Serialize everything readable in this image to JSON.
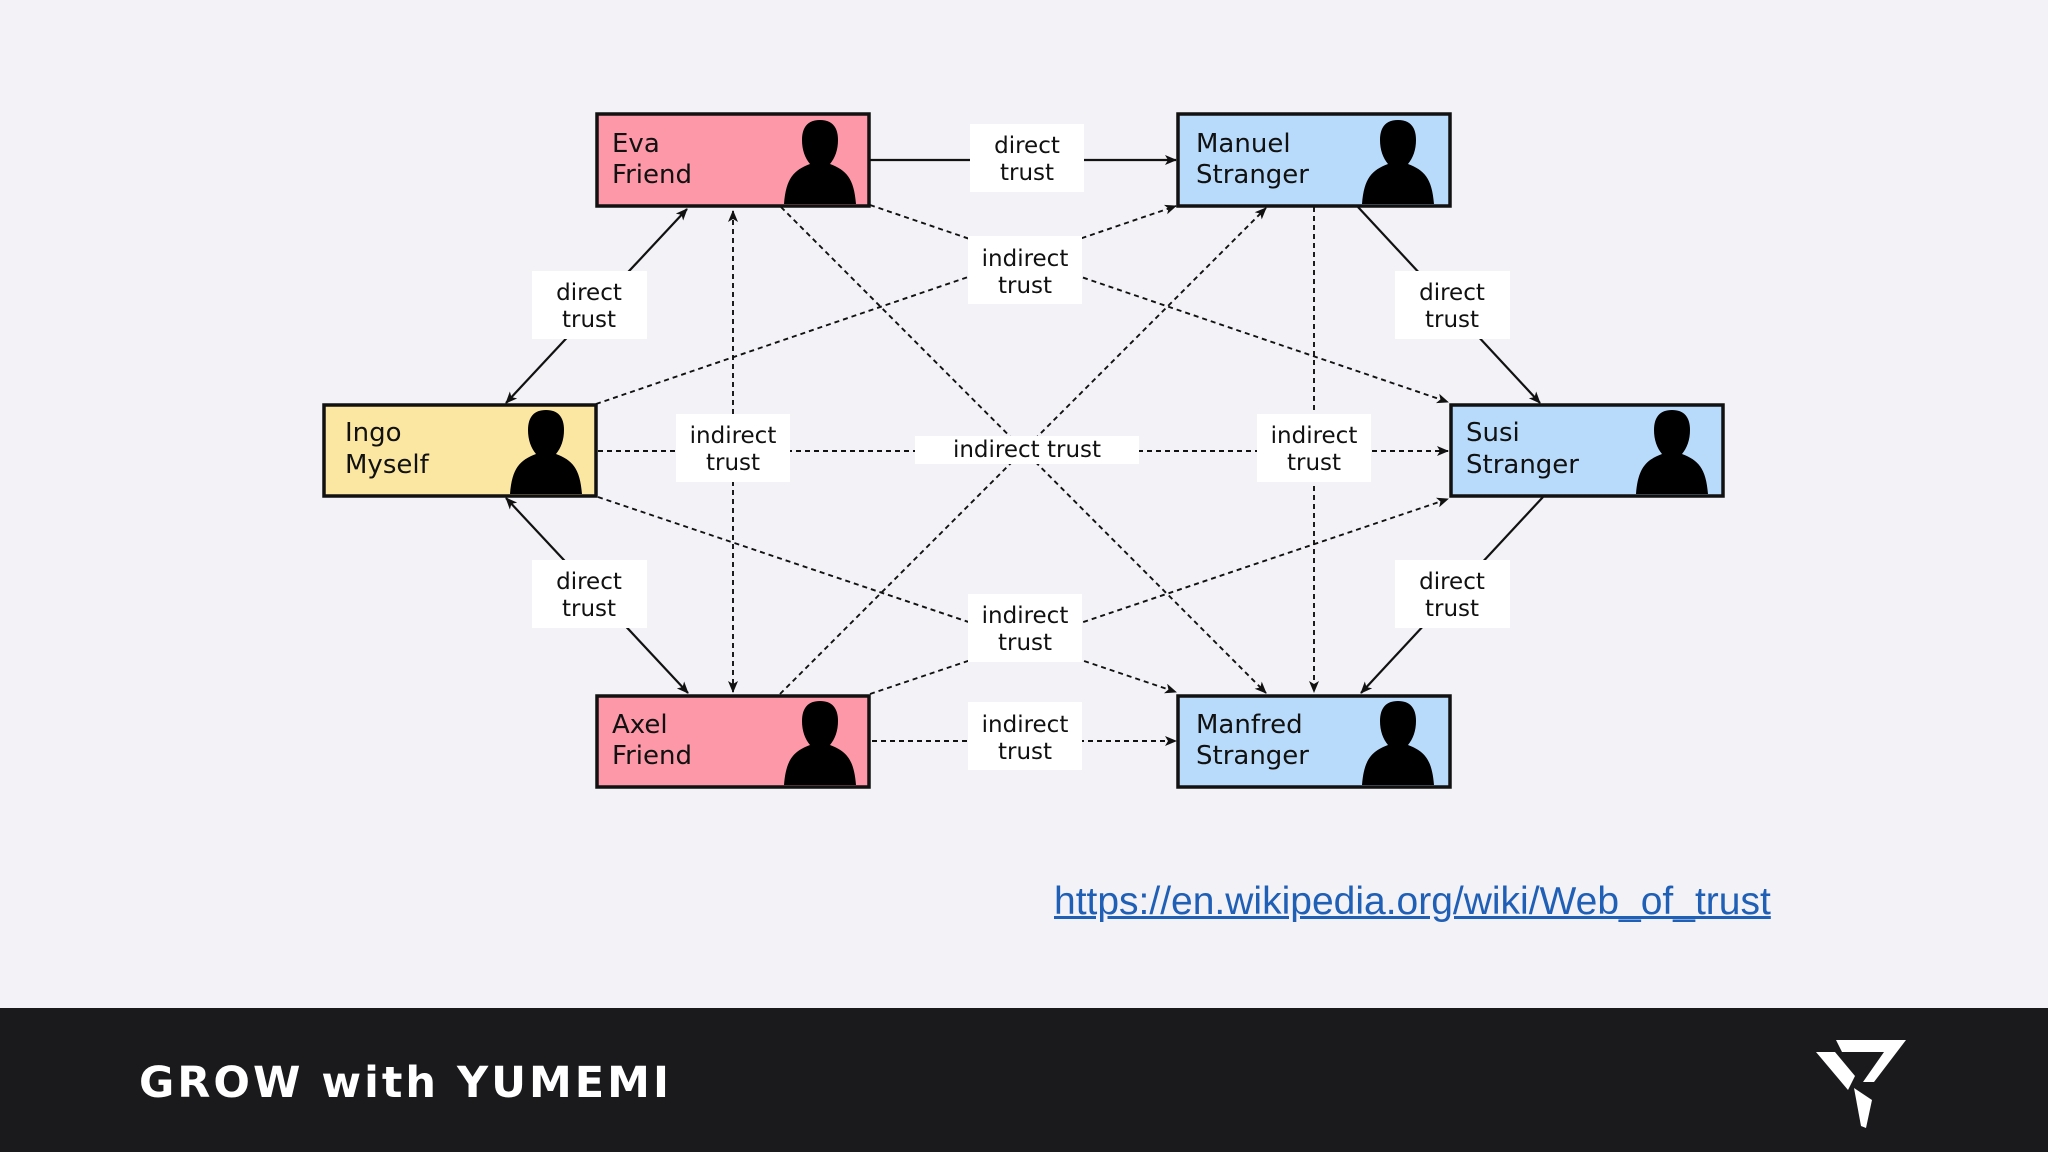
{
  "diagram": {
    "nodes": [
      {
        "id": "eva",
        "name": "Eva",
        "role": "Friend",
        "color": "#fc98a7"
      },
      {
        "id": "manuel",
        "name": "Manuel",
        "role": "Stranger",
        "color": "#b9dbfb"
      },
      {
        "id": "ingo",
        "name": "Ingo",
        "role": "Myself",
        "color": "#fbe7a2"
      },
      {
        "id": "susi",
        "name": "Susi",
        "role": "Stranger",
        "color": "#b9dbfb"
      },
      {
        "id": "axel",
        "name": "Axel",
        "role": "Friend",
        "color": "#fc98a7"
      },
      {
        "id": "manfred",
        "name": "Manfred",
        "role": "Stranger",
        "color": "#b9dbfb"
      }
    ],
    "labels": {
      "eva_manuel": [
        "direct",
        "trust"
      ],
      "top_indirect": [
        "indirect",
        "trust"
      ],
      "ingo_eva": [
        "direct",
        "trust"
      ],
      "manuel_susi": [
        "direct",
        "trust"
      ],
      "eva_axel": [
        "indirect",
        "trust"
      ],
      "ingo_susi": [
        "indirect trust"
      ],
      "manuel_manfred": [
        "indirect",
        "trust"
      ],
      "ingo_axel": [
        "direct",
        "trust"
      ],
      "susi_manfred": [
        "direct",
        "trust"
      ],
      "bottom_indirect": [
        "indirect",
        "trust"
      ],
      "axel_manfred": [
        "indirect",
        "trust"
      ]
    }
  },
  "source_link": "https://en.wikipedia.org/wiki/Web_of_trust",
  "footer": {
    "brand": "GROW with YUMEMI",
    "logo_icon": "yumemi-logo-icon"
  }
}
